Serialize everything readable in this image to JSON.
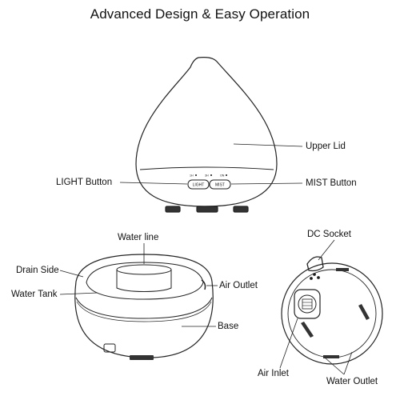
{
  "title": "Advanced Design & Easy Operation",
  "labels": {
    "upper_lid": "Upper Lid",
    "light_button": "LIGHT Button",
    "mist_button": "MIST Button",
    "water_line": "Water line",
    "drain_side": "Drain Side",
    "water_tank": "Water Tank",
    "air_outlet": "Air Outlet",
    "base": "Base",
    "dc_socket": "DC Socket",
    "air_inlet": "Air Inlet",
    "water_outlet": "Water Outlet"
  },
  "panel": {
    "light_btn": "LIGHT",
    "mist_btn": "MIST",
    "timer_1h": "1H",
    "timer_3h": "3H",
    "timer_on": "ON"
  }
}
